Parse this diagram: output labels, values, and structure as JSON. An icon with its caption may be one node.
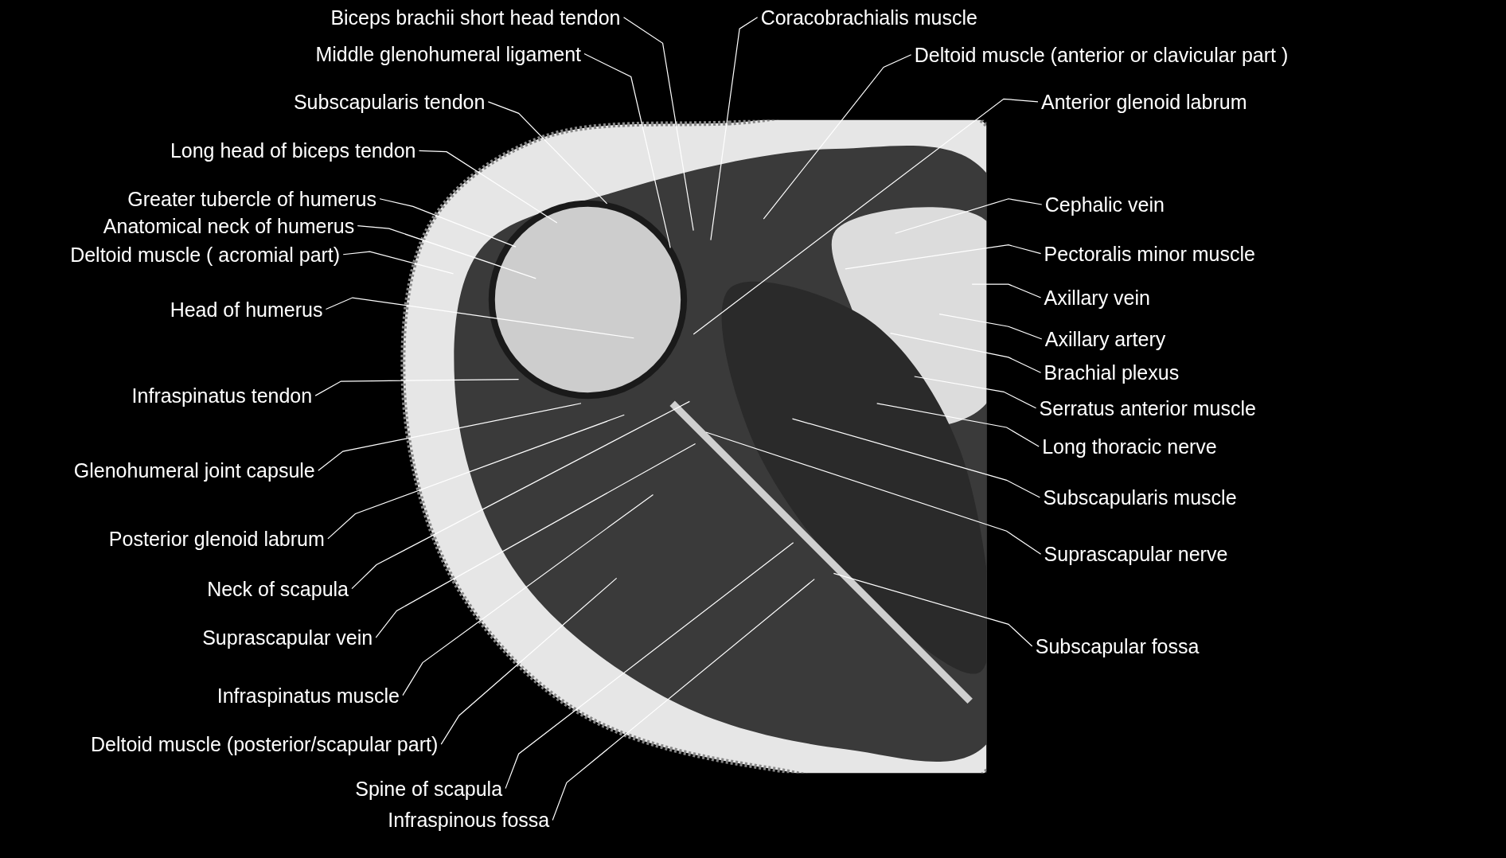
{
  "diagram": {
    "nodes": [
      {
        "text": [
          "Biceps brachii short head tendon"
        ]
      },
      {
        "text": [
          "Coracobrachialis muscle"
        ]
      },
      {
        "text": [
          "Middle glenohumeral ligament"
        ]
      },
      {
        "text": [
          "Deltoid muscle (anterior or clavicular part )"
        ]
      },
      {
        "text": [
          "Subscapularis tendon"
        ]
      },
      {
        "text": [
          "Anterior glenoid labrum"
        ]
      },
      {
        "text": [
          "Long head of biceps tendon"
        ]
      },
      {
        "text": [
          "Greater tubercle of humerus"
        ]
      },
      {
        "text": [
          "Anatomical neck of humerus"
        ]
      },
      {
        "text": [
          "Cephalic vein"
        ]
      },
      {
        "text": [
          "Deltoid muscle ( acromial part)"
        ]
      },
      {
        "text": [
          "Pectoralis minor muscle"
        ]
      },
      {
        "text": [
          "Axillary vein"
        ]
      },
      {
        "text": [
          "Head of humerus"
        ]
      },
      {
        "text": [
          "Axillary artery"
        ]
      },
      {
        "text": [
          "Brachial plexus"
        ]
      },
      {
        "text": [
          "Infraspinatus tendon"
        ]
      },
      {
        "text": [
          "Serratus anterior muscle"
        ]
      },
      {
        "text": [
          "Long thoracic nerve"
        ]
      },
      {
        "text": [
          "Glenohumeral joint capsule"
        ]
      },
      {
        "text": [
          "Subscapularis muscle"
        ]
      },
      {
        "text": [
          "Posterior glenoid labrum"
        ]
      },
      {
        "text": [
          "Suprascapular nerve"
        ]
      },
      {
        "text": [
          "Neck of scapula"
        ]
      },
      {
        "text": [
          "Suprascapular vein"
        ]
      },
      {
        "text": [
          "Subscapular fossa"
        ]
      },
      {
        "text": [
          "Infraspinatus muscle"
        ]
      },
      {
        "text": [
          "Deltoid muscle (posterior/scapular part)"
        ]
      },
      {
        "text": [
          "Spine of scapula"
        ]
      },
      {
        "text": [
          "Infraspinous fossa"
        ]
      }
    ],
    "edges": [
      {
        "from": 0,
        "to": null,
        "arrow": "none"
      },
      {
        "from": 1,
        "to": null,
        "arrow": "none"
      },
      {
        "from": 2,
        "to": null,
        "arrow": "none"
      },
      {
        "from": 3,
        "to": null,
        "arrow": "none"
      },
      {
        "from": 4,
        "to": null,
        "arrow": "none"
      },
      {
        "from": 5,
        "to": null,
        "arrow": "none"
      },
      {
        "from": 6,
        "to": null,
        "arrow": "none"
      },
      {
        "from": 7,
        "to": null,
        "arrow": "none"
      },
      {
        "from": 8,
        "to": null,
        "arrow": "none"
      },
      {
        "from": 9,
        "to": null,
        "arrow": "none"
      },
      {
        "from": 10,
        "to": null,
        "arrow": "none"
      },
      {
        "from": 11,
        "to": null,
        "arrow": "none"
      },
      {
        "from": 12,
        "to": null,
        "arrow": "none"
      },
      {
        "from": 13,
        "to": null,
        "arrow": "none"
      },
      {
        "from": 14,
        "to": null,
        "arrow": "none"
      },
      {
        "from": 15,
        "to": null,
        "arrow": "none"
      },
      {
        "from": 16,
        "to": null,
        "arrow": "none"
      },
      {
        "from": 17,
        "to": null,
        "arrow": "none"
      },
      {
        "from": 18,
        "to": null,
        "arrow": "none"
      },
      {
        "from": 19,
        "to": null,
        "arrow": "none"
      },
      {
        "from": 20,
        "to": null,
        "arrow": "none"
      },
      {
        "from": 21,
        "to": null,
        "arrow": "none"
      },
      {
        "from": 22,
        "to": null,
        "arrow": "none"
      },
      {
        "from": 23,
        "to": null,
        "arrow": "none"
      },
      {
        "from": 24,
        "to": null,
        "arrow": "none"
      },
      {
        "from": 25,
        "to": null,
        "arrow": "none"
      },
      {
        "from": 26,
        "to": null,
        "arrow": "none"
      },
      {
        "from": 27,
        "to": null,
        "arrow": "none"
      },
      {
        "from": 28,
        "to": null,
        "arrow": "none"
      },
      {
        "from": 29,
        "to": null,
        "arrow": "none"
      }
    ]
  }
}
